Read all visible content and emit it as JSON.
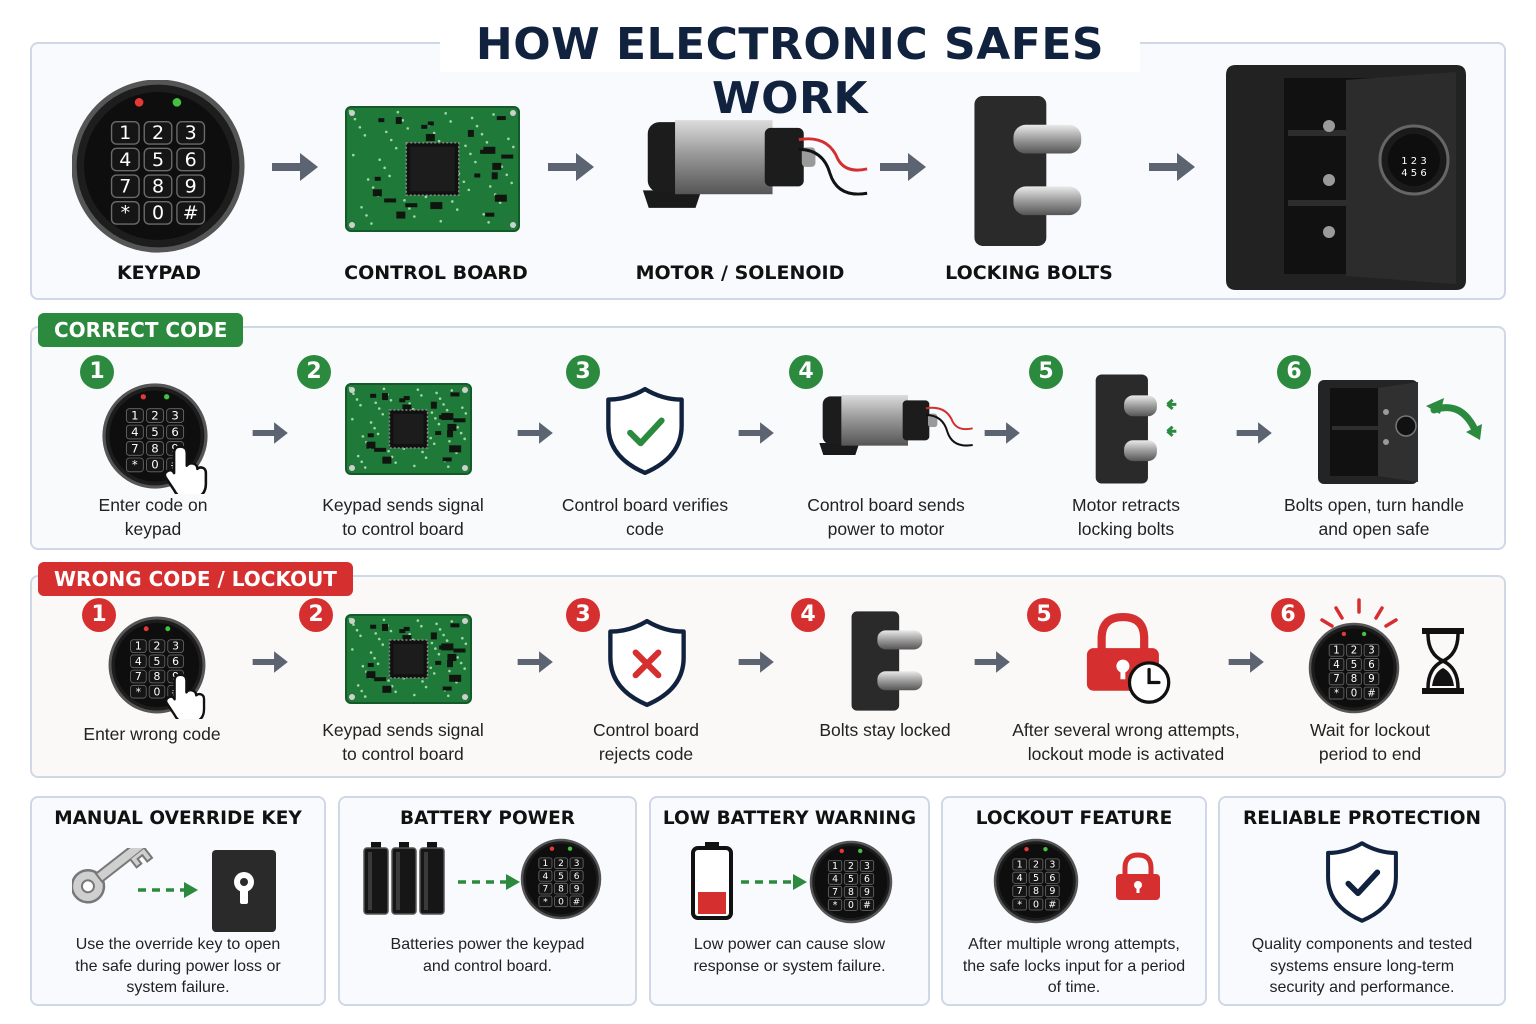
{
  "title": "HOW ELECTRONIC SAFES WORK",
  "components": [
    {
      "label": "KEYPAD",
      "icon": "keypad-icon"
    },
    {
      "label": "CONTROL BOARD",
      "icon": "circuit-board-icon"
    },
    {
      "label": "MOTOR / SOLENOID",
      "icon": "motor-icon"
    },
    {
      "label": "LOCKING BOLTS",
      "icon": "locking-bolts-icon"
    },
    {
      "label": "",
      "icon": "open-safe-icon"
    }
  ],
  "correct": {
    "badge": "CORRECT CODE",
    "steps": [
      {
        "num": "1",
        "line1": "Enter code on",
        "line2": "keypad"
      },
      {
        "num": "2",
        "line1": "Keypad sends signal",
        "line2": "to control board"
      },
      {
        "num": "3",
        "line1": "Control board verifies",
        "line2": "code"
      },
      {
        "num": "4",
        "line1": "Control board sends",
        "line2": "power to motor"
      },
      {
        "num": "5",
        "line1": "Motor retracts",
        "line2": "locking bolts"
      },
      {
        "num": "6",
        "line1": "Bolts open, turn handle",
        "line2": "and open safe"
      }
    ]
  },
  "wrong": {
    "badge": "WRONG CODE / LOCKOUT",
    "steps": [
      {
        "num": "1",
        "line1": "Enter wrong code",
        "line2": ""
      },
      {
        "num": "2",
        "line1": "Keypad sends signal",
        "line2": "to control board"
      },
      {
        "num": "3",
        "line1": "Control board",
        "line2": "rejects code"
      },
      {
        "num": "4",
        "line1": "Bolts stay locked",
        "line2": ""
      },
      {
        "num": "5",
        "line1": "After several wrong attempts,",
        "line2": "lockout mode is activated"
      },
      {
        "num": "6",
        "line1": "Wait for lockout",
        "line2": "period to end"
      }
    ]
  },
  "cards": [
    {
      "title": "MANUAL OVERRIDE KEY",
      "line1": "Use the override key to open",
      "line2": "the safe during power loss or",
      "line3": "system failure."
    },
    {
      "title": "BATTERY POWER",
      "line1": "Batteries power the keypad",
      "line2": "and control board.",
      "line3": ""
    },
    {
      "title": "LOW BATTERY WARNING",
      "line1": "Low power can cause slow",
      "line2": "response or system failure.",
      "line3": ""
    },
    {
      "title": "LOCKOUT FEATURE",
      "line1": "After multiple wrong attempts,",
      "line2": "the safe locks input for a period",
      "line3": "of time."
    },
    {
      "title": "RELIABLE PROTECTION",
      "line1": "Quality components and tested",
      "line2": "systems ensure long-term",
      "line3": "security and performance."
    }
  ],
  "keypad_keys": [
    "1",
    "2",
    "3",
    "4",
    "5",
    "6",
    "7",
    "8",
    "9",
    "*",
    "0",
    "#"
  ],
  "colors": {
    "green": "#2b8a3e",
    "red": "#d62f2f",
    "navy": "#10223e",
    "pcb": "#1f7a3a",
    "arrow": "#5b6470"
  }
}
